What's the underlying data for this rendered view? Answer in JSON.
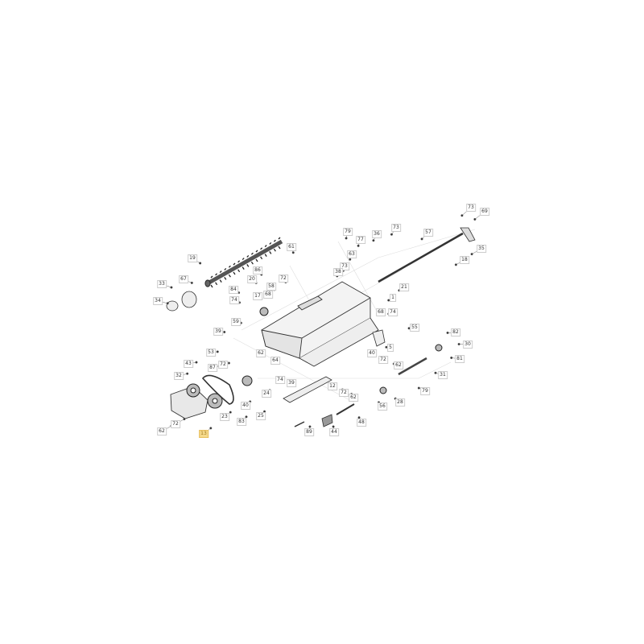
{
  "diagram": {
    "type": "exploded-parts-diagram",
    "highlighted_part": "13",
    "highlight_color": "#f5d98a",
    "line_color": "#555555",
    "part_labels": [
      "73",
      "69",
      "35",
      "18",
      "79",
      "36",
      "77",
      "73",
      "57",
      "63",
      "73",
      "38",
      "21",
      "1",
      "61",
      "19",
      "86",
      "20",
      "72",
      "58",
      "33",
      "67",
      "84",
      "74",
      "17",
      "68",
      "34",
      "68",
      "74",
      "55",
      "59",
      "39",
      "5",
      "40",
      "82",
      "30",
      "81",
      "72",
      "62",
      "31",
      "53",
      "62",
      "64",
      "87",
      "72",
      "43",
      "32",
      "74",
      "39",
      "12",
      "72",
      "62",
      "79",
      "24",
      "40",
      "25",
      "23",
      "83",
      "56",
      "28",
      "48",
      "62",
      "72",
      "13",
      "89",
      "44"
    ]
  }
}
